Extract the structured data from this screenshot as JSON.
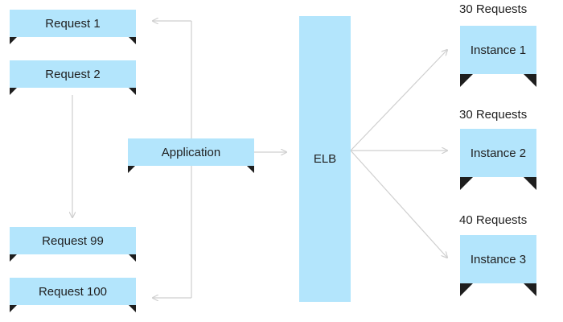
{
  "requests": [
    {
      "label": "Request 1"
    },
    {
      "label": "Request 2"
    },
    {
      "label": "Request 99"
    },
    {
      "label": "Request 100"
    }
  ],
  "application": {
    "label": "Application"
  },
  "elb": {
    "label": "ELB"
  },
  "instances": [
    {
      "label": "Instance 1",
      "count_label": "30 Requests"
    },
    {
      "label": "Instance 2",
      "count_label": "30 Requests"
    },
    {
      "label": "Instance 3",
      "count_label": "40 Requests"
    }
  ],
  "colors": {
    "box_fill": "#b3e5fc",
    "fold": "#1e1e1e",
    "connector": "#cfcfcf"
  }
}
